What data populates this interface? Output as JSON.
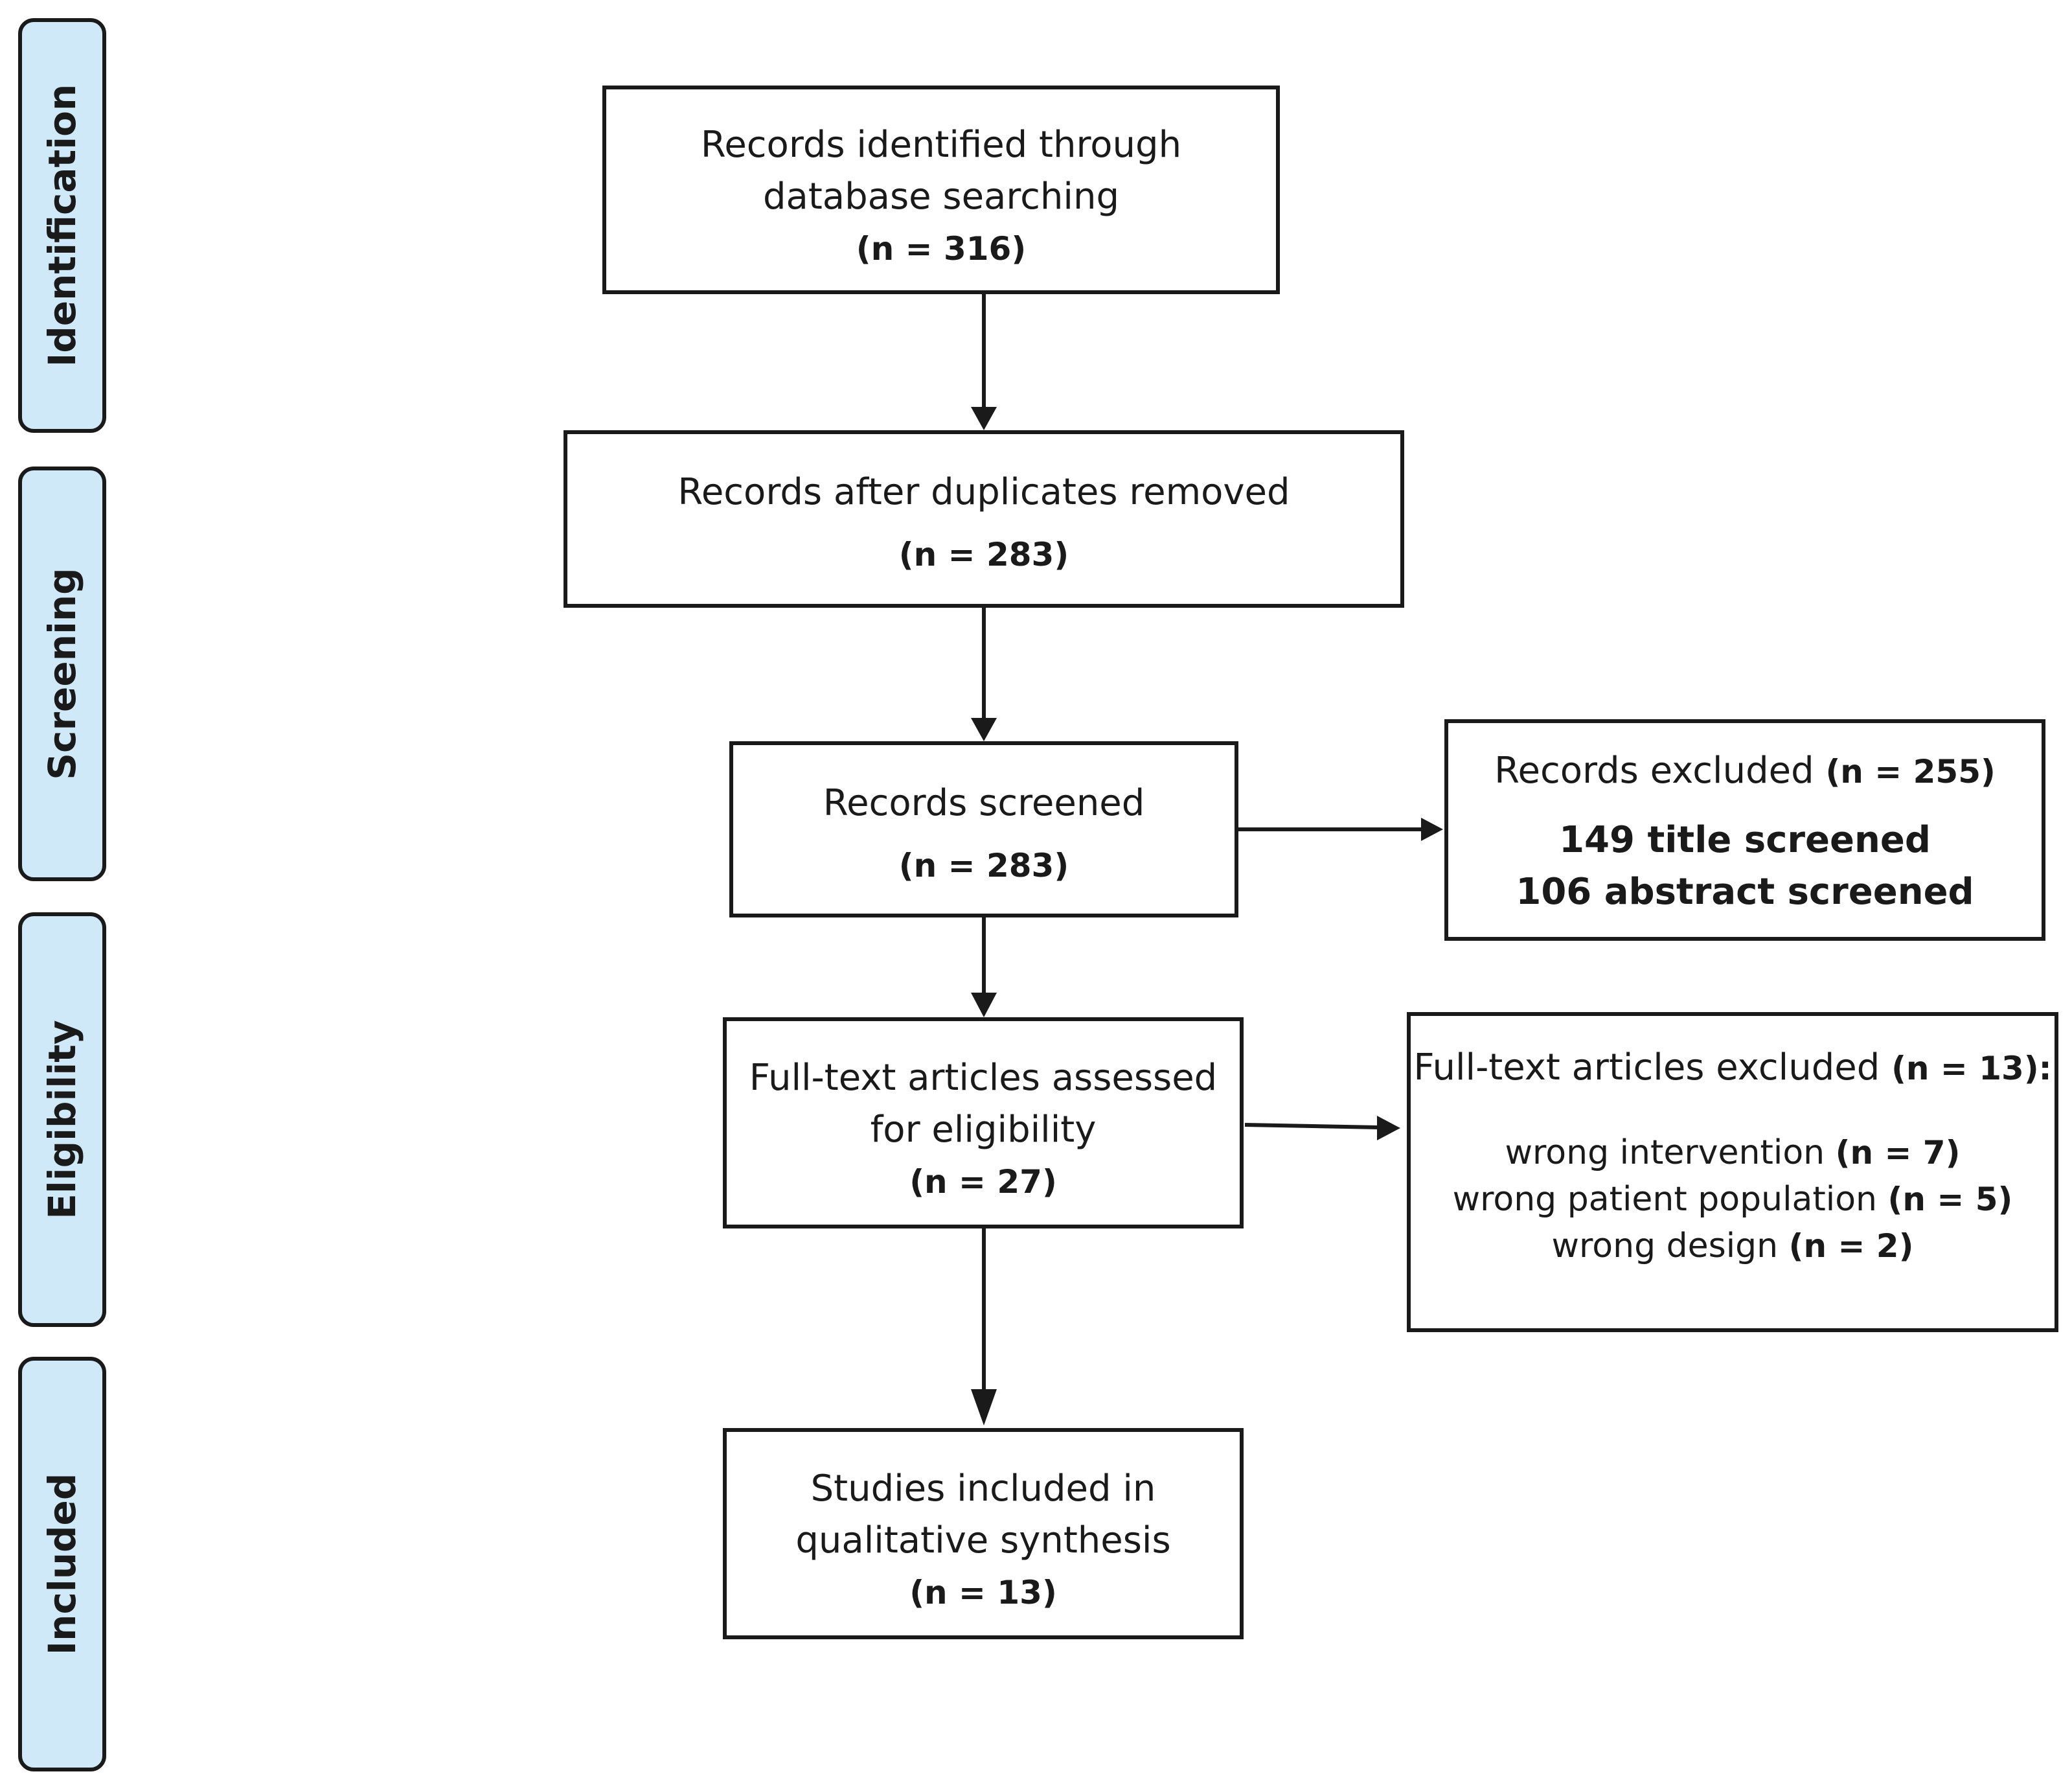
{
  "phases": [
    "Identification",
    "Screening",
    "Eligibility",
    "Included"
  ],
  "identified": {
    "text1": "Records identified through",
    "text2": "database searching",
    "n": "(n = 316)"
  },
  "duplicates": {
    "text": "Records after duplicates removed",
    "n": "(n = 283)"
  },
  "screened": {
    "text": "Records screened",
    "n": "(n = 283)"
  },
  "excluded": {
    "text": "Records excluded",
    "n": "(n = 255)",
    "line1": "149 title screened",
    "line2": "106 abstract screened"
  },
  "fulltext": {
    "text1": "Full-text articles assessed",
    "text2": "for eligibility",
    "n": "(n = 27)"
  },
  "fulltext_excluded": {
    "text": "Full-text articles excluded",
    "n": "(n = 13):",
    "reasons": [
      {
        "label": "wrong intervention",
        "n": "(n = 7)"
      },
      {
        "label": "wrong patient population",
        "n": "(n = 5)"
      },
      {
        "label": "wrong design",
        "n": "(n = 2)"
      }
    ]
  },
  "included": {
    "text1": "Studies included in",
    "text2": "qualitative synthesis",
    "n": "(n = 13)"
  }
}
